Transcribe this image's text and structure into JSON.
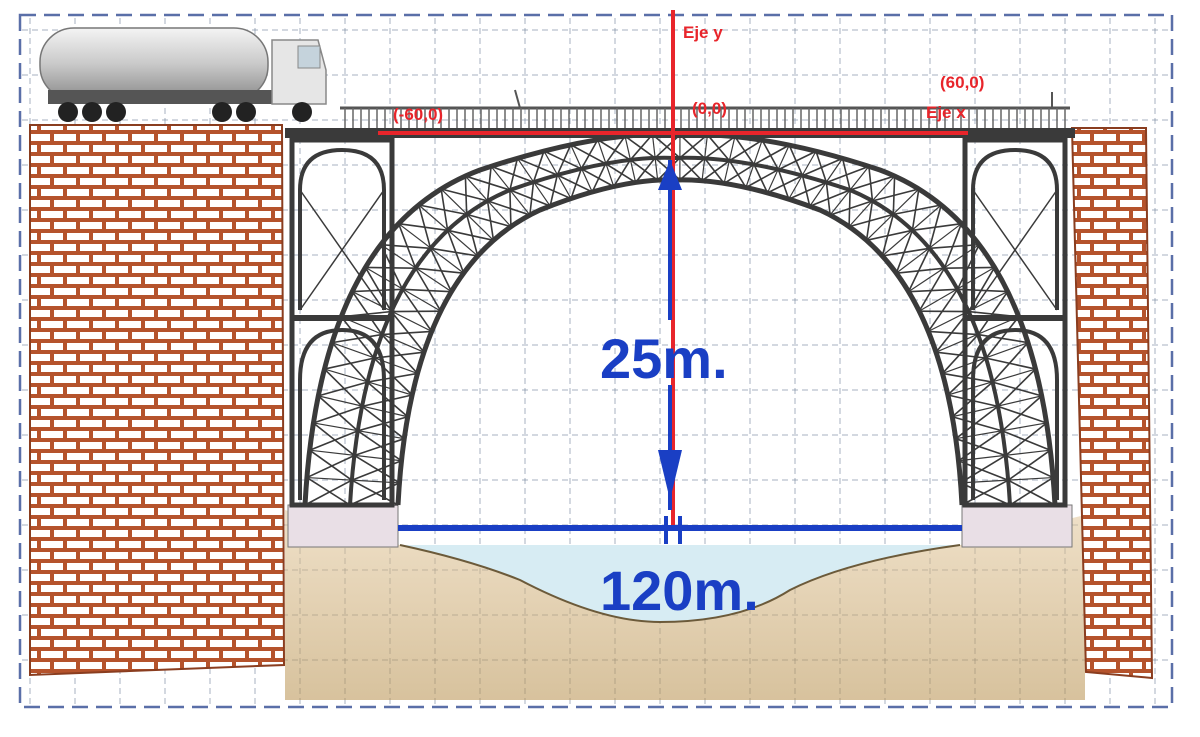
{
  "diagram": {
    "dimensions": {
      "height_label": "25m.",
      "span_label": "120m."
    },
    "axes": {
      "y_label": "Eje y",
      "x_label": "Eje x"
    },
    "points": {
      "left": "(-60,0)",
      "origin": "(0,0)",
      "right": "(60,0)"
    },
    "colors": {
      "axis": "#e8252b",
      "dimension": "#1a3fc4",
      "brick": "#b5532c",
      "ground": "#c7a56b",
      "water": "#cfe7f0",
      "steel": "#3a3a3a",
      "grid": "#6e7f99"
    }
  }
}
